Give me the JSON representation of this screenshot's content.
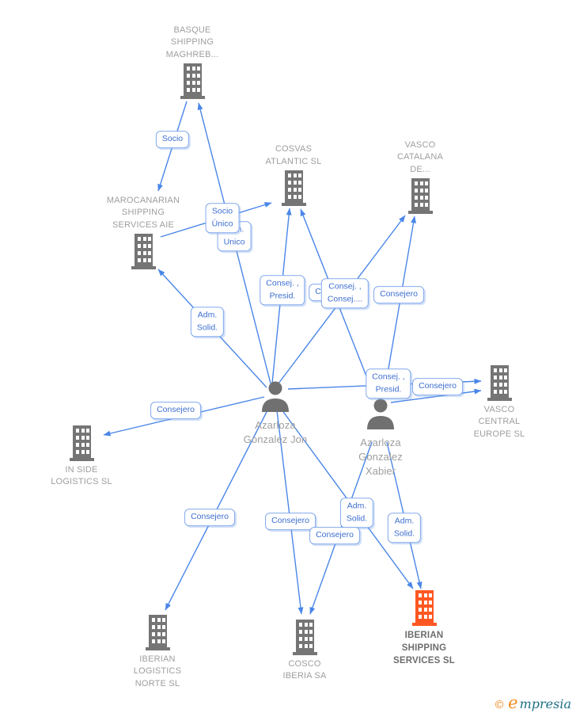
{
  "diagram": {
    "type": "company-relationship-network",
    "colors": {
      "edge": "#4a86e8",
      "label_box_border": "#82a9ec",
      "label_box_text": "#3d6ed0",
      "company_icon": "#757575",
      "company_label": "#9e9e9e",
      "highlight_icon": "#ff5722",
      "highlight_label": "#6d6d6d",
      "person_icon": "#707070",
      "logo_orange": "#f08a1e",
      "logo_teal": "#1d6f85"
    }
  },
  "nodes": {
    "basque": {
      "label": "BASQUE\nSHIPPING\nMAGHREB..."
    },
    "cosvas": {
      "label": "COSVAS\nATLANTIC SL"
    },
    "vasco_catalana": {
      "label": "VASCO\nCATALANA\nDE..."
    },
    "marocanarian": {
      "label": "MAROCANARIAN\nSHIPPING\nSERVICES AIE"
    },
    "in_side": {
      "label": "IN SIDE\nLOGISTICS SL"
    },
    "vasco_central": {
      "label": "VASCO\nCENTRAL\nEUROPE SL"
    },
    "iberian_logistics": {
      "label": "IBERIAN\nLOGISTICS\nNORTE SL"
    },
    "cosco": {
      "label": "COSCO\nIBERIA SA"
    },
    "iberian_shipping": {
      "label": "IBERIAN\nSHIPPING\nSERVICES SL"
    }
  },
  "persons": {
    "jon": {
      "label": "Azarloza\nGonzalez Jon"
    },
    "xabier": {
      "label": "Azarloza\nGonzalez\nXabier"
    }
  },
  "edge_labels": {
    "socio": "Socio",
    "socio_unico": "Socio\nÚnico",
    "adm_unico": "Adm.\nUnico",
    "adm_solid_maro": "Adm.\nSolid.",
    "consej_presid_cosvas": "Consej. ,\nPresid.",
    "consejero_hidden": "C",
    "consej_consej": "Consej. ,\nConsej....",
    "consejero_vascocat": "Consejero",
    "consej_presid_vascocen": "Consej. ,\nPresid.",
    "consejero_vascocen": "Consejero",
    "consejero_inside": "Consejero",
    "consejero_ibnorte": "Consejero",
    "consejero_cosco_jon": "Consejero",
    "consejero_cosco_xabier": "Consejero",
    "adm_solid_ibship_jon": "Adm.\nSolid.",
    "adm_solid_ibship_xabier": "Adm.\nSolid."
  },
  "logo": {
    "copyright": "©",
    "brand_e": "e",
    "brand_rest": "mpresia"
  }
}
